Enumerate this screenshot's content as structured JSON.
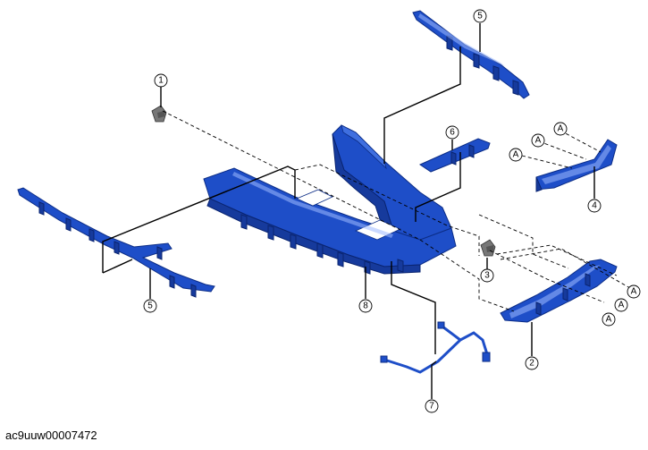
{
  "figure_id": "ac9uuw00007472",
  "callouts": [
    {
      "key": "c1",
      "label": "1"
    },
    {
      "key": "c2",
      "label": "2"
    },
    {
      "key": "c3",
      "label": "3"
    },
    {
      "key": "c4",
      "label": "4"
    },
    {
      "key": "c5a",
      "label": "5"
    },
    {
      "key": "c5b",
      "label": "5"
    },
    {
      "key": "c6",
      "label": "6"
    },
    {
      "key": "c7",
      "label": "7"
    },
    {
      "key": "c8",
      "label": "8"
    }
  ],
  "fastener_callouts": [
    "A",
    "A",
    "A",
    "A",
    "A",
    "A"
  ],
  "part_color": "#1e4ec8"
}
